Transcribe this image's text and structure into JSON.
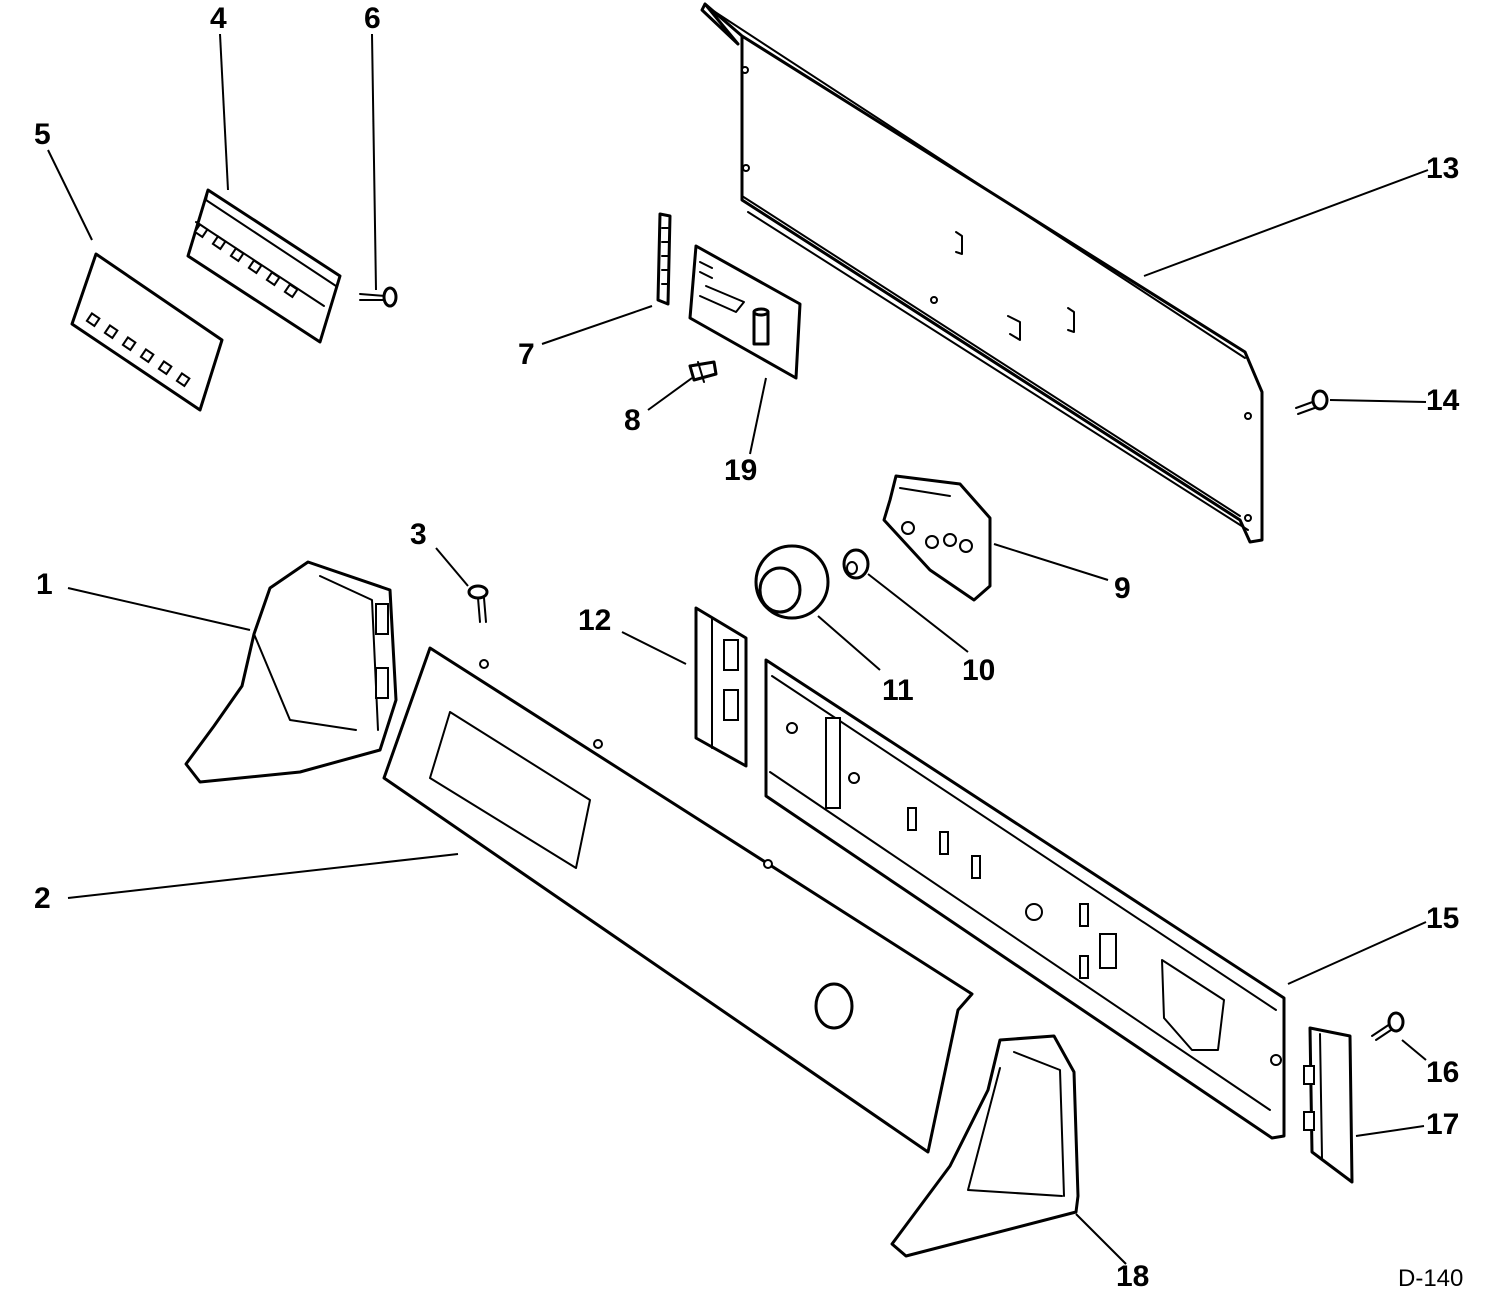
{
  "callouts": {
    "c1": "1",
    "c2": "2",
    "c3": "3",
    "c4": "4",
    "c5": "5",
    "c6": "6",
    "c7": "7",
    "c8": "8",
    "c9": "9",
    "c10": "10",
    "c11": "11",
    "c12": "12",
    "c13": "13",
    "c14": "14",
    "c15": "15",
    "c16": "16",
    "c17": "17",
    "c18": "18",
    "c19": "19"
  },
  "diagram_code": "D-140"
}
